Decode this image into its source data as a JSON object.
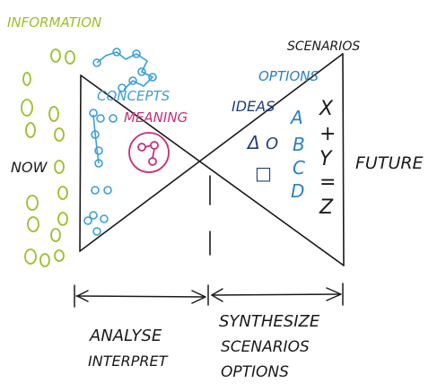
{
  "labels": {
    "information": "INFORMATION",
    "scenarios_top": "SCENARIOS",
    "options_top": "OPTIONS",
    "concepts": "CONCEPTS",
    "meaning": "MEANING",
    "ideas": "IDEAS",
    "now": "NOW",
    "future": "FUTURE",
    "analyse": "ANALYSE",
    "interpret": "INTERPRET",
    "synthesize": "SYNTHESIZE",
    "scenarios_bottom": "SCENARIOS",
    "options_bottom": "OPTIONS"
  },
  "glyphs": {
    "ideas_triangle": "Δ",
    "ideas_circle": "O",
    "ideas_square": "□",
    "options_letters": [
      "A",
      "B",
      "C",
      "D"
    ],
    "scenario_symbols": [
      "X",
      "+",
      "Y",
      "=",
      "Z"
    ]
  },
  "colors": {
    "ink": "#1a1a1a",
    "information": "#9bbf2a",
    "concepts": "#3a9fd6",
    "meaning": "#c8307a",
    "options": "#2a7fc4",
    "ideas": "#1f3f7a"
  }
}
